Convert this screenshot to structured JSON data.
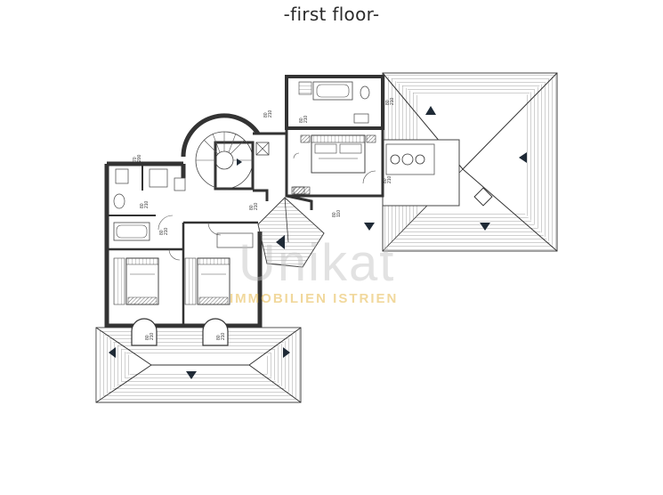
{
  "title": "-first floor-",
  "watermark": {
    "name": "Unikat",
    "subtitle": "IMMOBILIEN ISTRIEN",
    "color": "#e8be5a"
  },
  "door_labels": [
    {
      "id": "d1",
      "w": "80",
      "h": "210"
    },
    {
      "id": "d2",
      "w": "80",
      "h": "210"
    },
    {
      "id": "d3",
      "w": "80",
      "h": "210"
    },
    {
      "id": "d4",
      "w": "70",
      "h": "200"
    },
    {
      "id": "d5",
      "w": "80",
      "h": "210"
    },
    {
      "id": "d6",
      "w": "80",
      "h": "210"
    },
    {
      "id": "d7",
      "w": "80",
      "h": "210"
    },
    {
      "id": "d8",
      "w": "80",
      "h": "210"
    },
    {
      "id": "d9",
      "w": "80",
      "h": "110"
    },
    {
      "id": "d10",
      "w": "80",
      "h": "210"
    },
    {
      "id": "d11",
      "w": "80",
      "h": "210"
    }
  ],
  "colors": {
    "wall": "#333333",
    "roof_line": "#666666",
    "arrow": "#1f2a36",
    "background": "#ffffff"
  }
}
